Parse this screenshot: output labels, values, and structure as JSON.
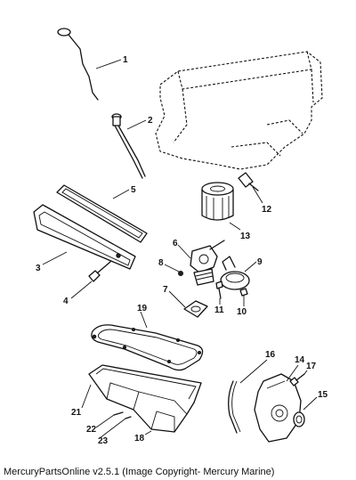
{
  "caption": "MercuryPartsOnline v2.5.1 (Image Copyright- Mercury Marine)",
  "callouts": [
    {
      "id": "1",
      "label": "1"
    },
    {
      "id": "2",
      "label": "2"
    },
    {
      "id": "3",
      "label": "3"
    },
    {
      "id": "4",
      "label": "4"
    },
    {
      "id": "5",
      "label": "5"
    },
    {
      "id": "6",
      "label": "6"
    },
    {
      "id": "7",
      "label": "7"
    },
    {
      "id": "8",
      "label": "8"
    },
    {
      "id": "9",
      "label": "9"
    },
    {
      "id": "10",
      "label": "10"
    },
    {
      "id": "11",
      "label": "11"
    },
    {
      "id": "12",
      "label": "12"
    },
    {
      "id": "13",
      "label": "13"
    },
    {
      "id": "14",
      "label": "14"
    },
    {
      "id": "15",
      "label": "15"
    },
    {
      "id": "16",
      "label": "16"
    },
    {
      "id": "17",
      "label": "17"
    },
    {
      "id": "18",
      "label": "18"
    },
    {
      "id": "19",
      "label": "19"
    },
    {
      "id": "21",
      "label": "21"
    },
    {
      "id": "22",
      "label": "22"
    },
    {
      "id": "23",
      "label": "23"
    }
  ]
}
